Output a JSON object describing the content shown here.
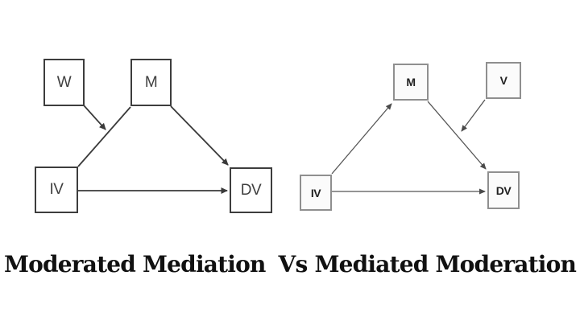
{
  "title": {
    "left": "Moderated Mediation",
    "separator": "Vs",
    "right": "Mediated Moderation"
  },
  "colors": {
    "background": "#ffffff",
    "left_box_border": "#3d3d3d",
    "left_line": "#3a3a3a",
    "right_box_border": "#8f8f8f",
    "right_line": "#555555",
    "title_text": "#111111"
  },
  "diagrams": [
    {
      "name": "Moderated Mediation",
      "nodes": [
        {
          "id": "W",
          "label": "W"
        },
        {
          "id": "M",
          "label": "M"
        },
        {
          "id": "IV",
          "label": "IV"
        },
        {
          "id": "DV",
          "label": "DV"
        }
      ],
      "edges": [
        {
          "from": "IV",
          "to": "M",
          "arrowhead": false
        },
        {
          "from": "W",
          "to": "IV-M path",
          "arrowhead": true
        },
        {
          "from": "M",
          "to": "DV",
          "arrowhead": true
        },
        {
          "from": "IV",
          "to": "DV",
          "arrowhead": true
        }
      ]
    },
    {
      "name": "Mediated Moderation",
      "nodes": [
        {
          "id": "M",
          "label": "M"
        },
        {
          "id": "V",
          "label": "V"
        },
        {
          "id": "IV",
          "label": "IV"
        },
        {
          "id": "DV",
          "label": "DV"
        }
      ],
      "edges": [
        {
          "from": "IV",
          "to": "M",
          "arrowhead": true
        },
        {
          "from": "M",
          "to": "DV",
          "arrowhead": true
        },
        {
          "from": "V",
          "to": "M-DV path",
          "arrowhead": true
        },
        {
          "from": "IV",
          "to": "DV",
          "arrowhead": true
        }
      ]
    }
  ]
}
